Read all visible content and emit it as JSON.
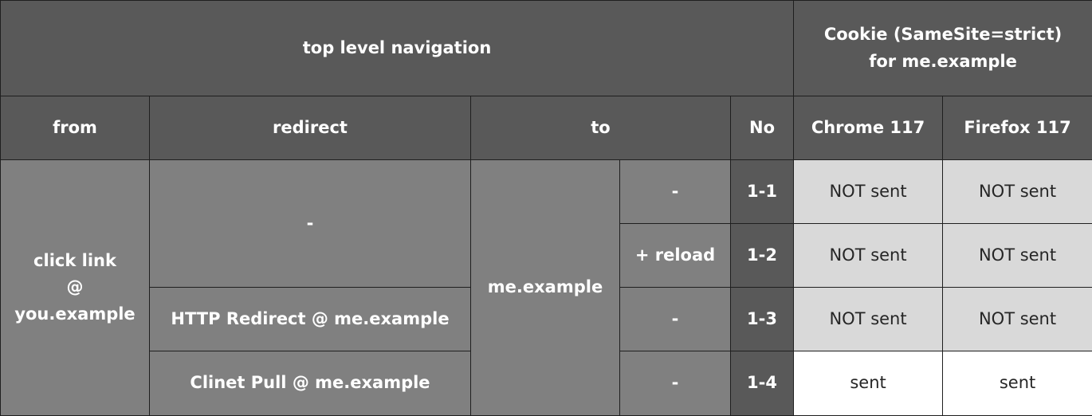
{
  "header": {
    "top_level_navigation": "top level navigation",
    "cookie_line1": "Cookie (SameSite=strict)",
    "cookie_line2": "for me.example",
    "from": "from",
    "redirect": "redirect",
    "to": "to",
    "no": "No",
    "chrome": "Chrome 117",
    "firefox": "Firefox 117"
  },
  "body": {
    "from_line1": "click link",
    "from_line2": "@",
    "from_line3": "you.example",
    "to_value": "me.example",
    "rows": [
      {
        "redirect": "-",
        "to_sub": "-",
        "no": "1-1",
        "chrome": "NOT sent",
        "firefox": "NOT sent"
      },
      {
        "to_sub": "+ reload",
        "no": "1-2",
        "chrome": "NOT sent",
        "firefox": "NOT sent"
      },
      {
        "redirect": "HTTP Redirect @ me.example",
        "to_sub": "-",
        "no": "1-3",
        "chrome": "NOT sent",
        "firefox": "NOT sent"
      },
      {
        "redirect": "Clinet Pull @ me.example",
        "to_sub": "-",
        "no": "1-4",
        "chrome": "sent",
        "firefox": "sent"
      }
    ]
  }
}
